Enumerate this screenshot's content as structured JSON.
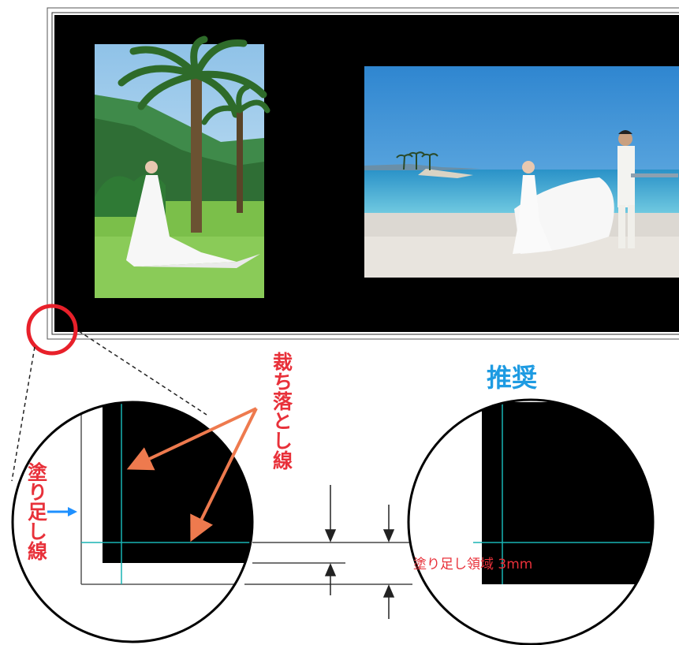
{
  "labels": {
    "trim_line": "裁ち落とし線",
    "bleed_line": "塗り足し線",
    "recommended": "推奨",
    "bleed_area": "塗り足し領域 3mm"
  },
  "colors": {
    "page_fill": "#000000",
    "trim_line": "#19b4b4",
    "highlight_circle": "#e8202a",
    "label_red": "#e8313a",
    "label_blue": "#1e9be2",
    "arrow": "#ee7a4e",
    "bleed_arrow": "#1e90ff"
  },
  "images": {
    "portrait_photo": "bride standing under palm trees on lawn",
    "landscape_photo": "bride and groom on beach by the sea"
  }
}
